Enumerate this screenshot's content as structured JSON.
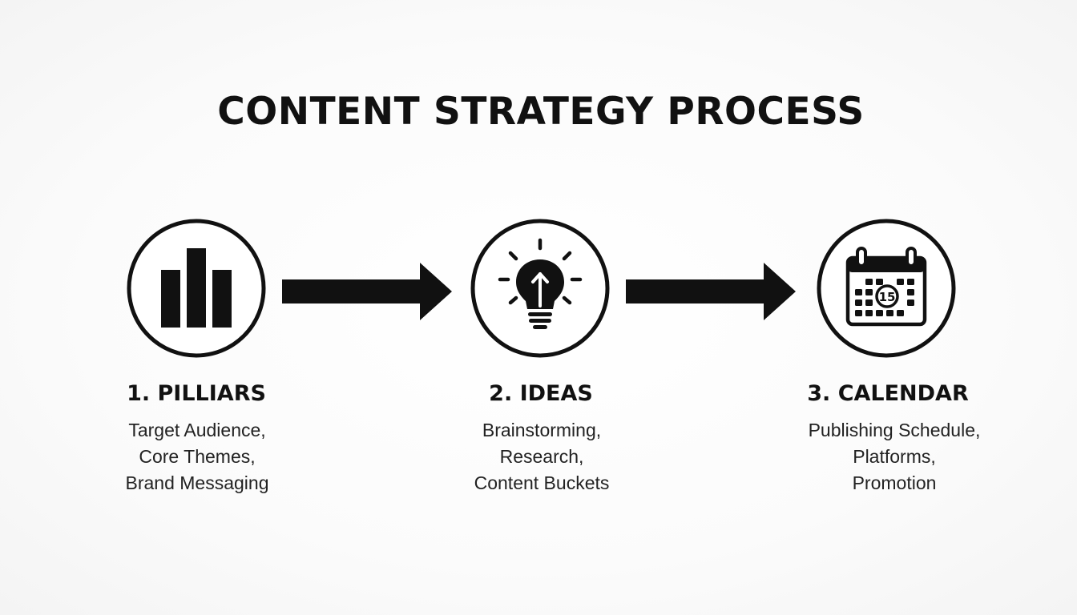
{
  "title": "CONTENT STRATEGY PROCESS",
  "steps": [
    {
      "heading": "1. PILLIARS",
      "icon": "bar-chart-icon",
      "lines": [
        "Target Audience,",
        "Core Themes,",
        "Brand Messaging"
      ]
    },
    {
      "heading": "2. IDEAS",
      "icon": "lightbulb-icon",
      "lines": [
        "Brainstorming,",
        "Research,",
        "Content Buckets"
      ]
    },
    {
      "heading": "3. CALENDAR",
      "icon": "calendar-icon",
      "calendar_day": "15",
      "lines": [
        "Publishing Schedule,",
        "Platforms,",
        "Promotion"
      ]
    }
  ],
  "colors": {
    "ink": "#111111",
    "background": "#f7f7f7"
  }
}
